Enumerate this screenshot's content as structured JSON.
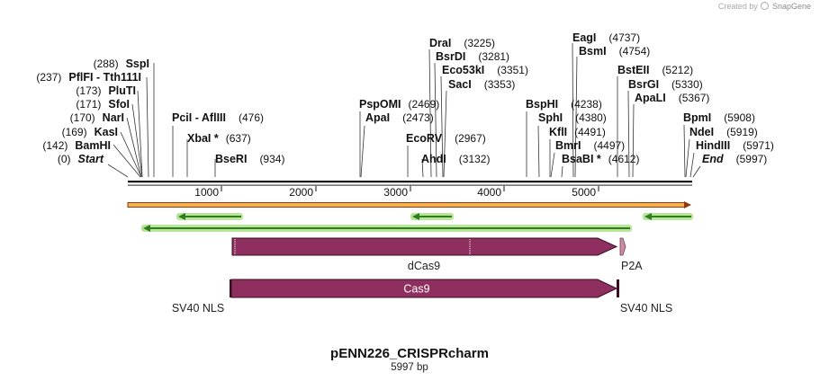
{
  "credit": {
    "prefix": "Created by",
    "brand": "SnapGene"
  },
  "plasmid": {
    "name": "pENN226_CRISPRcharm",
    "length_label": "5997 bp",
    "length": 5997
  },
  "colors": {
    "backbone": "#111111",
    "feature_main": "#8f2f5f",
    "arrow_green": "#2e7d1e",
    "arrow_green_glow": "#b8e59a",
    "orange_bar": "#f6b04c",
    "orange_edge": "#8a3c12"
  },
  "scale_ticks": [
    "1000",
    "2000",
    "3000",
    "4000",
    "5000"
  ],
  "enzymes": [
    {
      "name": "Start",
      "num": "(0)",
      "italic": true
    },
    {
      "name": "BamHI",
      "num": "(142)"
    },
    {
      "name": "KasI",
      "num": "(169)"
    },
    {
      "name": "NarI",
      "num": "(170)"
    },
    {
      "name": "SfoI",
      "num": "(171)"
    },
    {
      "name": "PluTI",
      "num": "(173)"
    },
    {
      "name": "PflFI",
      "sep": " - ",
      "name2": "Tth111I",
      "num": "(237)"
    },
    {
      "name": "SspI",
      "num": "(288)"
    },
    {
      "name": "PciI",
      "sep": " - ",
      "name2": "AflIII",
      "num": "(476)"
    },
    {
      "name": "XbaI *",
      "num": "(637)"
    },
    {
      "name": "BseRI",
      "num": "(934)"
    },
    {
      "name": "PspOMI",
      "num": "(2469)"
    },
    {
      "name": "ApaI",
      "num": "(2473)"
    },
    {
      "name": "DraI",
      "num": "(3225)"
    },
    {
      "name": "BsrDI",
      "num": "(3281)"
    },
    {
      "name": "Eco53kI",
      "num": "(3351)"
    },
    {
      "name": "SacI",
      "num": "(3353)"
    },
    {
      "name": "EcoRV",
      "num": "(2967)"
    },
    {
      "name": "AhdI",
      "num": "(3132)"
    },
    {
      "name": "BspHI",
      "num": "(4238)"
    },
    {
      "name": "SphI",
      "num": "(4380)"
    },
    {
      "name": "KflI",
      "num": "(4491)"
    },
    {
      "name": "BmrI",
      "num": "(4497)"
    },
    {
      "name": "BsaBI *",
      "num": "(4612)"
    },
    {
      "name": "EagI",
      "num": "(4737)"
    },
    {
      "name": "BsmI",
      "num": "(4754)"
    },
    {
      "name": "BstEII",
      "num": "(5212)"
    },
    {
      "name": "BsrGI",
      "num": "(5330)"
    },
    {
      "name": "ApaLI",
      "num": "(5367)"
    },
    {
      "name": "BpmI",
      "num": "(5908)"
    },
    {
      "name": "NdeI",
      "num": "(5919)"
    },
    {
      "name": "HindIII",
      "num": "(5971)"
    },
    {
      "name": "End",
      "num": "(5997)",
      "italic": true
    }
  ],
  "features": {
    "dcas9": "dCas9",
    "p2a": "P2A",
    "cas9": "Cas9",
    "nls_left": "SV40 NLS",
    "nls_right": "SV40 NLS"
  }
}
